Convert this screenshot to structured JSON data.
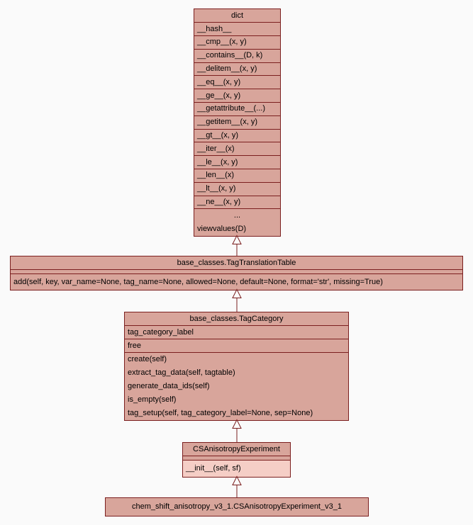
{
  "diagram": {
    "type": "uml-class-inheritance",
    "colors": {
      "box_fill": "#d8a59b",
      "box_fill_light": "#f5cec6",
      "border": "#7b1f1f",
      "background": "#fafafa"
    },
    "classes": [
      {
        "id": "dict",
        "title": "dict",
        "attributes": [
          "__hash__"
        ],
        "methods": [
          "__cmp__(x, y)",
          "__contains__(D, k)",
          "__delitem__(x, y)",
          "__eq__(x, y)",
          "__ge__(x, y)",
          "__getattribute__(...)",
          "__getitem__(x, y)",
          "__gt__(x, y)",
          "__iter__(x)",
          "__le__(x, y)",
          "__len__(x)",
          "__lt__(x, y)",
          "__ne__(x, y)",
          "...",
          "viewvalues(D)"
        ]
      },
      {
        "id": "tag-translation-table",
        "title": "base_classes.TagTranslationTable",
        "attributes": [],
        "methods": [
          "add(self, key, var_name=None, tag_name=None, allowed=None, default=None, format='str', missing=True)"
        ]
      },
      {
        "id": "tag-category",
        "title": "base_classes.TagCategory",
        "attributes": [
          "tag_category_label",
          "free"
        ],
        "methods": [
          "create(self)",
          "extract_tag_data(self, tagtable)",
          "generate_data_ids(self)",
          "is_empty(self)",
          "tag_setup(self, tag_category_label=None, sep=None)"
        ]
      },
      {
        "id": "cs-anisotropy-experiment",
        "title": "CSAnisotropyExperiment",
        "attributes": [],
        "methods": [
          "__init__(self, sf)"
        ]
      },
      {
        "id": "cs-anisotropy-experiment-v3-1",
        "title": "chem_shift_anisotropy_v3_1.CSAnisotropyExperiment_v3_1",
        "attributes": [],
        "methods": []
      }
    ],
    "relations": [
      {
        "child": "base_classes.TagTranslationTable",
        "parent": "dict",
        "type": "inheritance"
      },
      {
        "child": "base_classes.TagCategory",
        "parent": "base_classes.TagTranslationTable",
        "type": "inheritance"
      },
      {
        "child": "CSAnisotropyExperiment",
        "parent": "base_classes.TagCategory",
        "type": "inheritance"
      },
      {
        "child": "chem_shift_anisotropy_v3_1.CSAnisotropyExperiment_v3_1",
        "parent": "CSAnisotropyExperiment",
        "type": "inheritance"
      }
    ]
  }
}
